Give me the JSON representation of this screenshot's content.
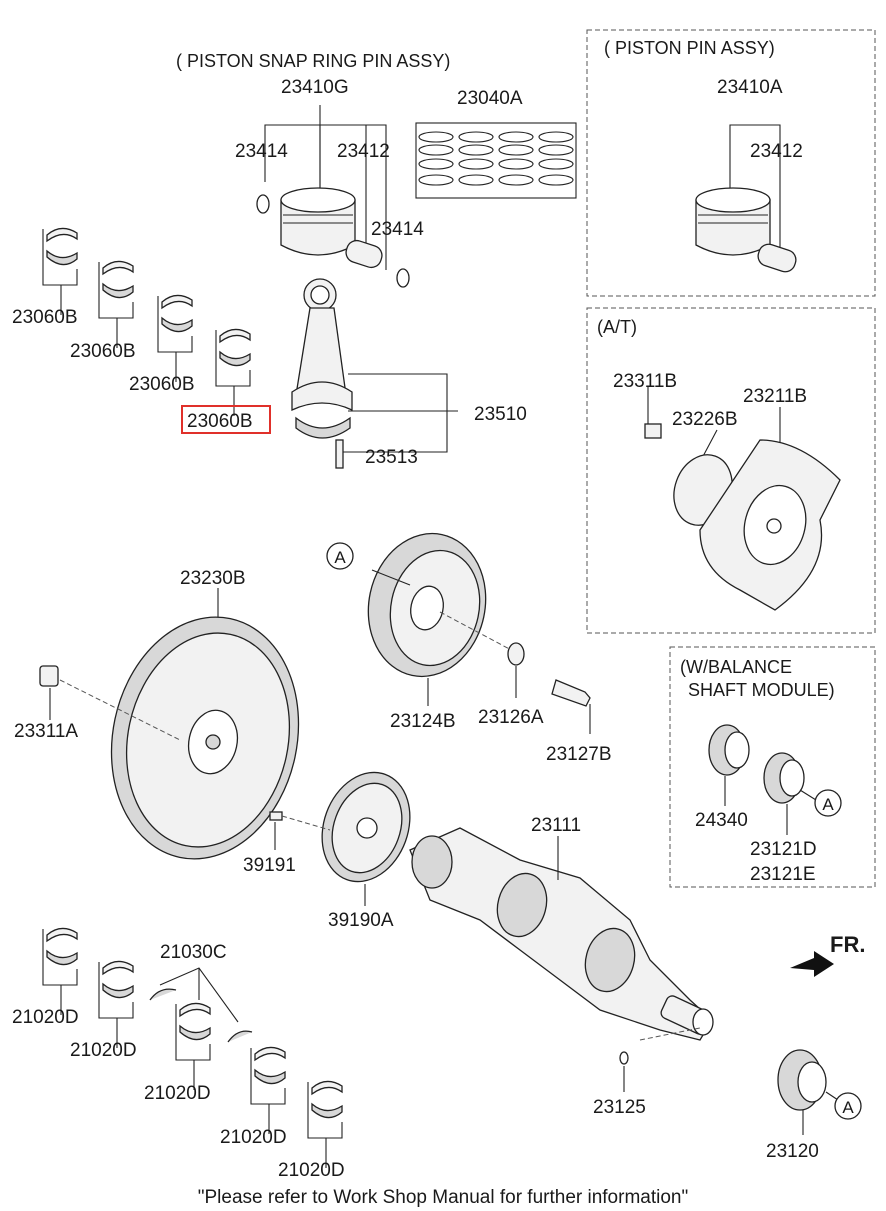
{
  "groups": {
    "piston_snap_ring_pin_assy": "( PISTON  SNAP RING  PIN ASSY)",
    "piston_pin_assy": "( PISTON  PIN ASSY)",
    "at": "(A/T)",
    "balance_line1": "(W/BALANCE",
    "balance_line2": "SHAFT MODULE)"
  },
  "parts": {
    "p23410G": "23410G",
    "p23040A": "23040A",
    "p23414_a": "23414",
    "p23412_a": "23412",
    "p23414_b": "23414",
    "p23410A": "23410A",
    "p23412_b": "23412",
    "p23060B_1": "23060B",
    "p23060B_2": "23060B",
    "p23060B_3": "23060B",
    "p23060B_4": "23060B",
    "p23510": "23510",
    "p23513": "23513",
    "p23311B": "23311B",
    "p23226B": "23226B",
    "p23211B": "23211B",
    "p23230B": "23230B",
    "p23311A": "23311A",
    "p23124B": "23124B",
    "p23126A": "23126A",
    "p23127B": "23127B",
    "p24340": "24340",
    "p23121D": "23121D",
    "p23121E": "23121E",
    "p39191": "39191",
    "p39190A": "39190A",
    "p23111": "23111",
    "p21030C": "21030C",
    "p21020D_1": "21020D",
    "p21020D_2": "21020D",
    "p21020D_3": "21020D",
    "p21020D_4": "21020D",
    "p21020D_5": "21020D",
    "p23125": "23125",
    "p23120": "23120"
  },
  "markers": {
    "ref_a1": "A",
    "ref_a2": "A",
    "ref_a3": "A"
  },
  "direction_label": "FR.",
  "footer_note": "\"Please refer to Work Shop Manual for further information\"",
  "highlighted_part": "23060B",
  "highlight_color": "#e0302a"
}
